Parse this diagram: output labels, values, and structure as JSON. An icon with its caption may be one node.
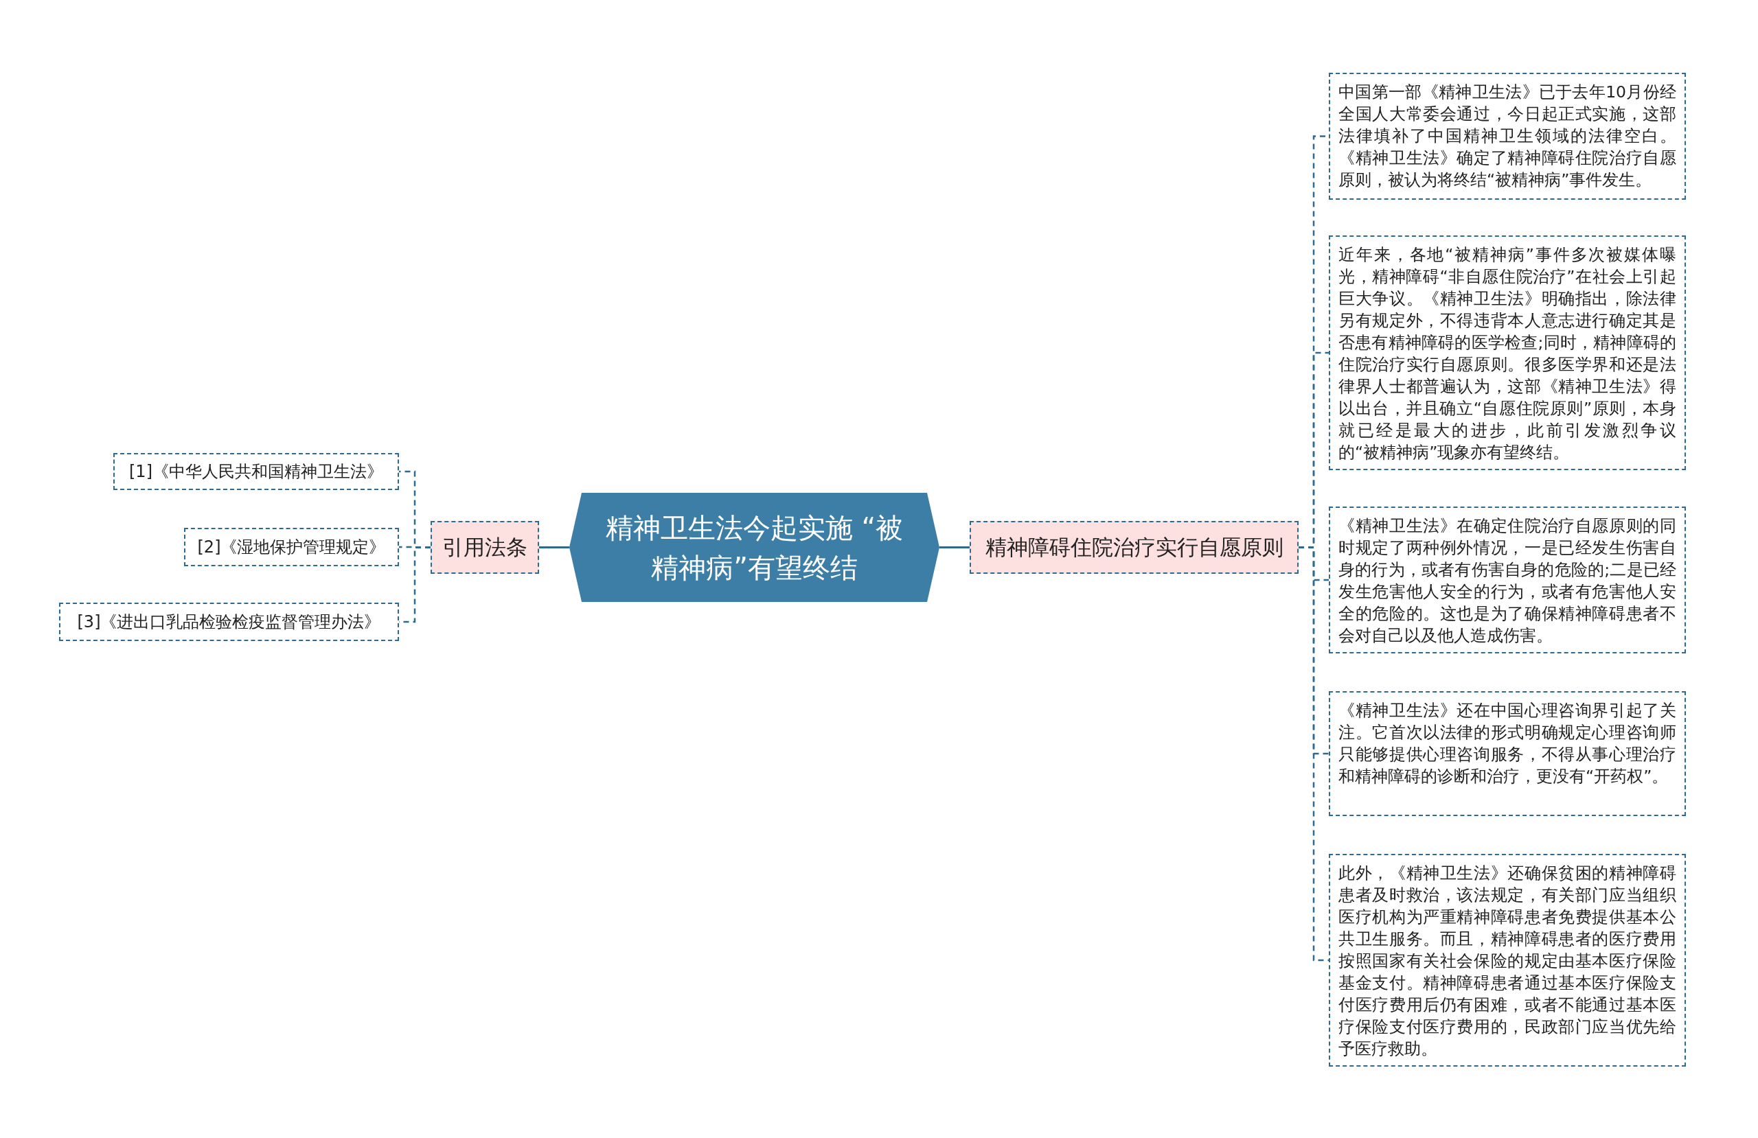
{
  "diagram": {
    "nodes": [
      {
        "text": [
          "精神卫生法今起实施 “被精神病”有望终结"
        ]
      },
      {
        "text": [
          "引用法条"
        ]
      },
      {
        "text": [
          "[1]《中华人民共和国精神卫生法》"
        ]
      },
      {
        "text": [
          "[2]《湿地保护管理规定》"
        ]
      },
      {
        "text": [
          "[3]《进出口乳品检验检疫监督管理办法》"
        ]
      },
      {
        "text": [
          "精神障碍住院治疗实行自愿原则"
        ]
      },
      {
        "text": [
          "中国第一部《精神卫生法》已于去年10月份经全国人大常委会通过，今日起正式实施，这部法律填补了中国精神卫生领域的法律空白。《精神卫生法》确定了精神障碍住院治疗自愿原则，被认为将终结“被精神病”事件发生。"
        ]
      },
      {
        "text": [
          "近年来，各地“被精神病”事件多次被媒体曝光，精神障碍“非自愿住院治疗”在社会上引起巨大争议。《精神卫生法》明确指出，除法律另有规定外，不得违背本人意志进行确定其是否患有精神障碍的医学检查;同时，精神障碍的住院治疗实行自愿原则。很多医学界和还是法律界人士都普遍认为，这部《精神卫生法》得以出台，并且确立“自愿住院原则”原则，本身就已经是最大的进步，此前引发激烈争议的“被精神病”现象亦有望终结。"
        ]
      },
      {
        "text": [
          "《精神卫生法》在确定住院治疗自愿原则的同时规定了两种例外情况，一是已经发生伤害自身的行为，或者有伤害自身的危险的;二是已经发生危害他人安全的行为，或者有危害他人安全的危险的。这也是为了确保精神障碍患者不会对自己以及他人造成伤害。"
        ]
      },
      {
        "text": [
          "《精神卫生法》还在中国心理咨询界引起了关注。它首次以法律的形式明确规定心理咨询师只能够提供心理咨询服务，不得从事心理治疗和精神障碍的诊断和治疗，更没有“开药权”。"
        ]
      },
      {
        "text": [
          "此外，《精神卫生法》还确保贫困的精神障碍患者及时救治，该法规定，有关部门应当组织医疗机构为严重精神障碍患者免费提供基本公共卫生服务。而且，精神障碍患者的医疗费用按照国家有关社会保险的规定由基本医疗保险基金支付。精神障碍患者通过基本医疗保险支付医疗费用后仍有困难，或者不能通过基本医疗保险支付医疗费用的，民政部门应当优先给予医疗救助。"
        ]
      }
    ],
    "edges": [
      {
        "from": 0,
        "to": 1,
        "arrow": "none"
      },
      {
        "from": 1,
        "to": 2,
        "arrow": "none",
        "style": "dashed"
      },
      {
        "from": 1,
        "to": 3,
        "arrow": "none",
        "style": "dashed"
      },
      {
        "from": 1,
        "to": 4,
        "arrow": "none",
        "style": "dashed"
      },
      {
        "from": 0,
        "to": 5,
        "arrow": "none"
      },
      {
        "from": 5,
        "to": 6,
        "arrow": "none",
        "style": "dashed"
      },
      {
        "from": 5,
        "to": 7,
        "arrow": "none",
        "style": "dashed"
      },
      {
        "from": 5,
        "to": 8,
        "arrow": "none",
        "style": "dashed"
      },
      {
        "from": 5,
        "to": 9,
        "arrow": "none",
        "style": "dashed"
      },
      {
        "from": 5,
        "to": 10,
        "arrow": "none",
        "style": "dashed"
      }
    ]
  }
}
